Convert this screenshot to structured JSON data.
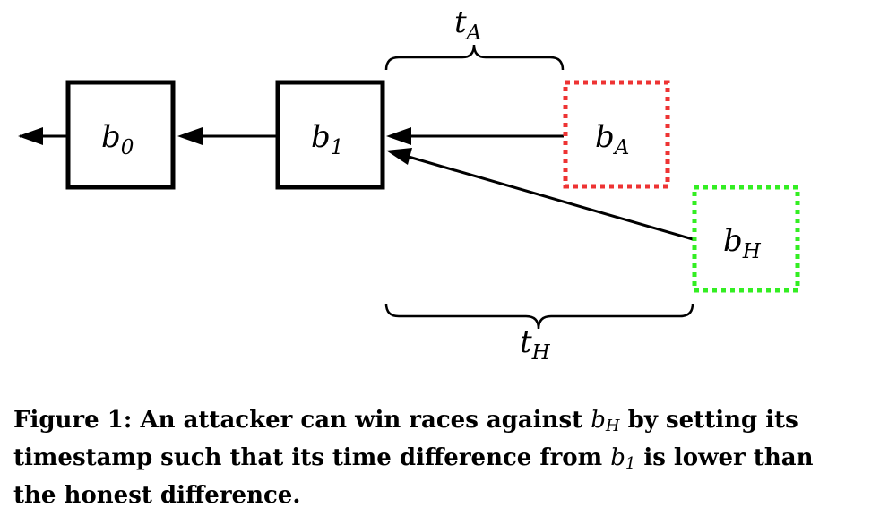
{
  "blocks": {
    "b0": {
      "base": "b",
      "sub": "0"
    },
    "b1": {
      "base": "b",
      "sub": "1"
    },
    "bA": {
      "base": "b",
      "sub": "A",
      "color": "#ee3333"
    },
    "bH": {
      "base": "b",
      "sub": "H",
      "color": "#33ee22"
    }
  },
  "braces": {
    "tA": {
      "base": "t",
      "sub": "A"
    },
    "tH": {
      "base": "t",
      "sub": "H"
    }
  },
  "caption": {
    "part1": "Figure 1: An attacker can win races against ",
    "m1_base": "b",
    "m1_sub": "H",
    "part2": " by setting its timestamp such that its time difference from ",
    "m2_base": "b",
    "m2_sub": "1",
    "part3": " is lower than the honest difference."
  }
}
